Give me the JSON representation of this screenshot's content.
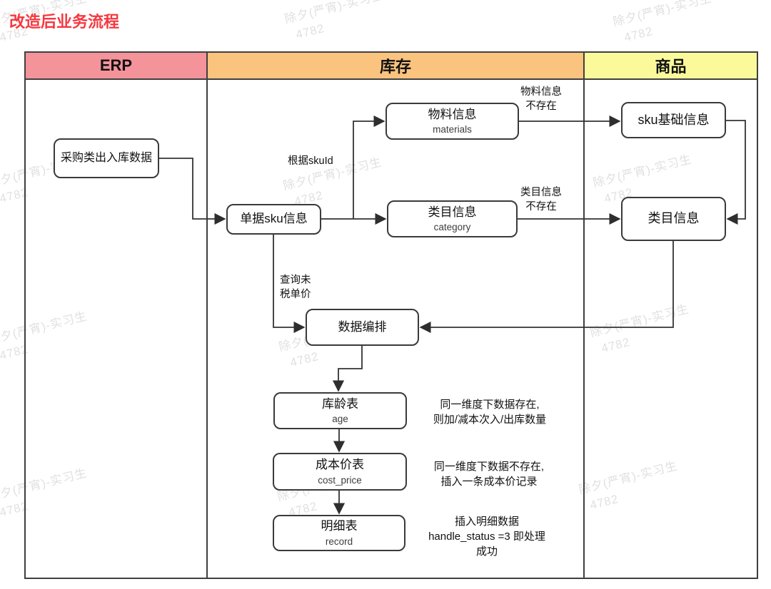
{
  "page_title": "改造后业务流程",
  "watermark": {
    "line1": "除夕(严宵)-实习生",
    "line2": "4782"
  },
  "lanes": [
    {
      "label": "ERP",
      "color": "#F5939B"
    },
    {
      "label": "库存",
      "color": "#FAC37E"
    },
    {
      "label": "商品",
      "color": "#FAFA9B"
    }
  ],
  "nodes": {
    "purchase_data": {
      "title": "采购类出入库数据"
    },
    "doc_sku": {
      "title": "单据sku信息"
    },
    "materials": {
      "title": "物料信息",
      "subtitle": "materials"
    },
    "category_inv": {
      "title": "类目信息",
      "subtitle": "category"
    },
    "sku_base": {
      "title": "sku基础信息"
    },
    "category_prod": {
      "title": "类目信息"
    },
    "orchestration": {
      "title": "数据编排"
    },
    "age": {
      "title": "库龄表",
      "subtitle": "age"
    },
    "cost_price": {
      "title": "成本价表",
      "subtitle": "cost_price"
    },
    "record": {
      "title": "明细表",
      "subtitle": "record"
    }
  },
  "edge_labels": {
    "by_skuid": "根据skuId",
    "materials_missing": "物料信息\n不存在",
    "category_missing": "类目信息\n不存在",
    "query_untaxed_price": "查询未\n税单价"
  },
  "annotations": {
    "age_note": "同一维度下数据存在,\n则加/减本次入/出库数量",
    "cost_note": "同一维度下数据不存在,\n插入一条成本价记录",
    "record_note": "插入明细数据\nhandle_status =3 即处理\n成功"
  },
  "line_color": "#333333"
}
